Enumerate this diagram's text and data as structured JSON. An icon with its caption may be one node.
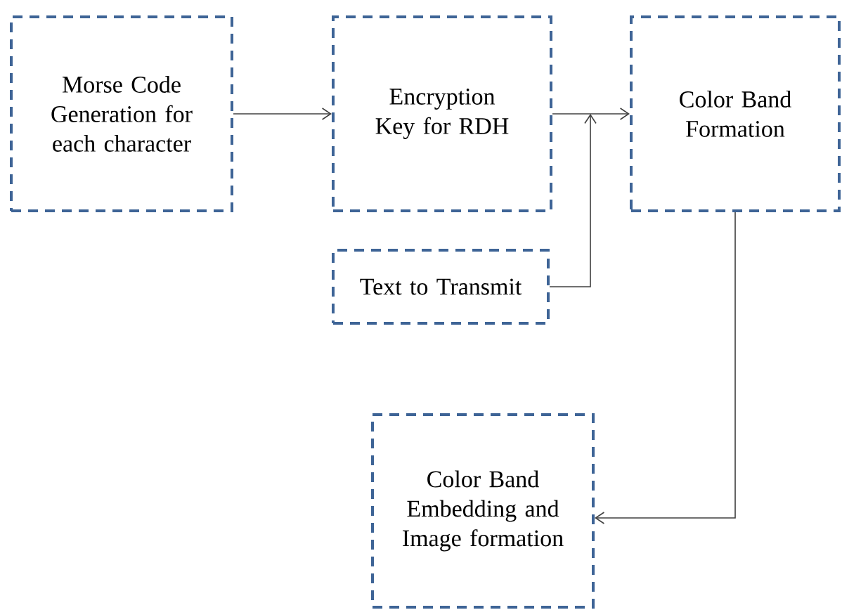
{
  "diagram": {
    "nodes": [
      {
        "text": [
          "Morse Code Generation for each character"
        ]
      },
      {
        "text": [
          "Encryption Key for RDH"
        ]
      },
      {
        "text": [
          "Color Band Formation"
        ]
      },
      {
        "text": [
          "Text to Transmit"
        ]
      },
      {
        "text": [
          "Color Band Embedding and Image formation"
        ]
      }
    ],
    "edges": [
      {
        "from": 0,
        "to": 1,
        "arrow": "to"
      },
      {
        "from": 1,
        "to": 2,
        "arrow": "to"
      },
      {
        "from": 3,
        "to": 2,
        "arrow": "to"
      },
      {
        "from": 2,
        "to": 4,
        "arrow": "to"
      }
    ]
  }
}
